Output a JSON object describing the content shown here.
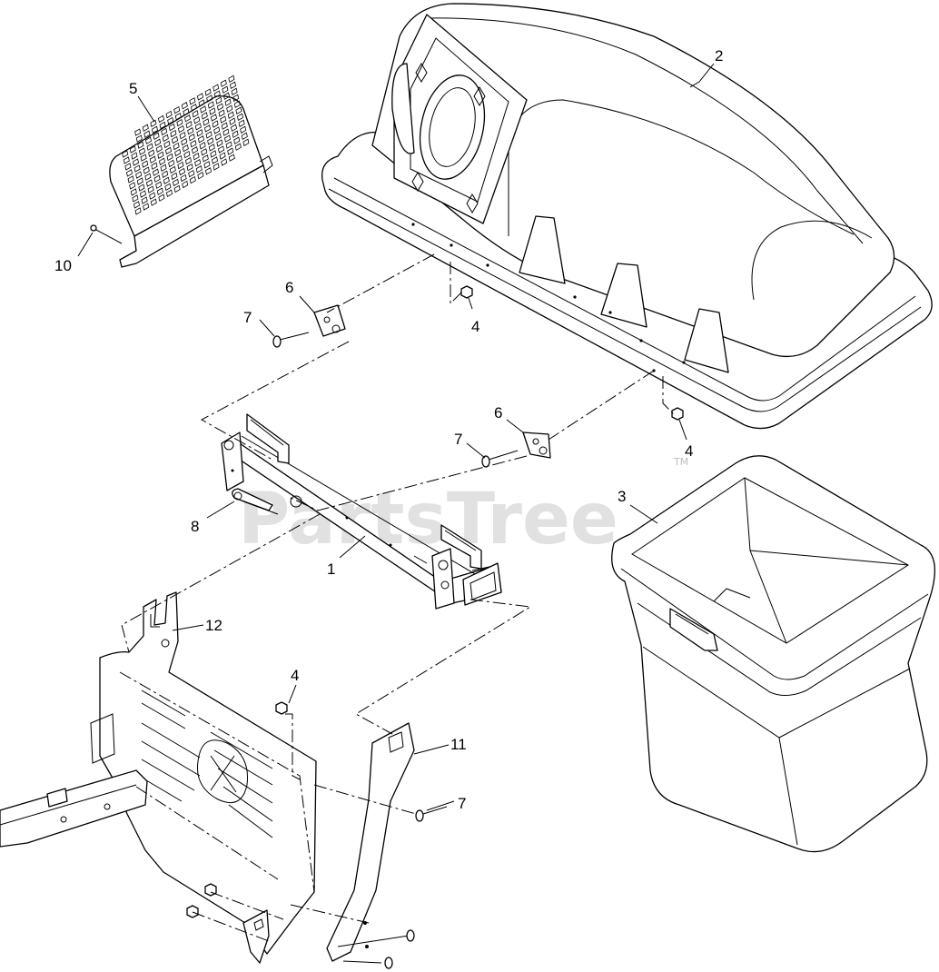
{
  "watermark": {
    "text": "PartsTree",
    "trademark": "TM"
  },
  "callouts": [
    {
      "id": "c-2",
      "label": "2"
    },
    {
      "id": "c-5",
      "label": "5"
    },
    {
      "id": "c-10",
      "label": "10"
    },
    {
      "id": "c-6a",
      "label": "6"
    },
    {
      "id": "c-7a",
      "label": "7"
    },
    {
      "id": "c-4a",
      "label": "4"
    },
    {
      "id": "c-6b",
      "label": "6"
    },
    {
      "id": "c-7b",
      "label": "7"
    },
    {
      "id": "c-4b",
      "label": "4"
    },
    {
      "id": "c-3",
      "label": "3"
    },
    {
      "id": "c-8",
      "label": "8"
    },
    {
      "id": "c-1",
      "label": "1"
    },
    {
      "id": "c-12",
      "label": "12"
    },
    {
      "id": "c-4c",
      "label": "4"
    },
    {
      "id": "c-11",
      "label": "11"
    },
    {
      "id": "c-7c",
      "label": "7"
    }
  ]
}
